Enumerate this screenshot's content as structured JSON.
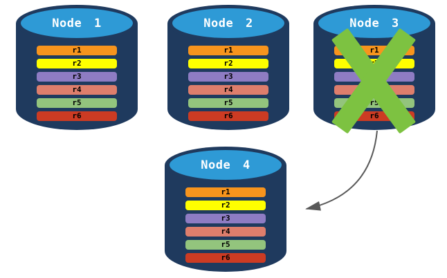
{
  "diagram": {
    "description": "Four database node cylinders with replicated rows; Node 3 is failed (green X) and its data is transferred to Node 4 via an arrow",
    "nodes": [
      {
        "label": "Node 1",
        "failed": false,
        "rows": [
          "r1",
          "r2",
          "r3",
          "r4",
          "r5",
          "r6"
        ]
      },
      {
        "label": "Node 2",
        "failed": false,
        "rows": [
          "r1",
          "r2",
          "r3",
          "r4",
          "r5",
          "r6"
        ]
      },
      {
        "label": "Node 3",
        "failed": true,
        "rows": [
          "r1",
          "r2",
          "r3",
          "r4",
          "r5",
          "r6"
        ]
      },
      {
        "label": "Node 4",
        "failed": false,
        "rows": [
          "r1",
          "r2",
          "r3",
          "r4",
          "r5",
          "r6"
        ]
      }
    ],
    "row_colors": [
      "#F7941D",
      "#FFFF00",
      "#8E7CC3",
      "#DE7E6C",
      "#93C47D",
      "#CC3B23"
    ],
    "colors": {
      "cylinder_body": "#1F3A5E",
      "cylinder_top": "#2E9AD6",
      "title_text": "#FFFFFF",
      "row_text": "#000000",
      "failure_x": "#7DC241",
      "arrow": "#595959",
      "background": "#FFFFFF"
    },
    "arrow": {
      "from": "Node 3",
      "to": "Node 4"
    }
  }
}
